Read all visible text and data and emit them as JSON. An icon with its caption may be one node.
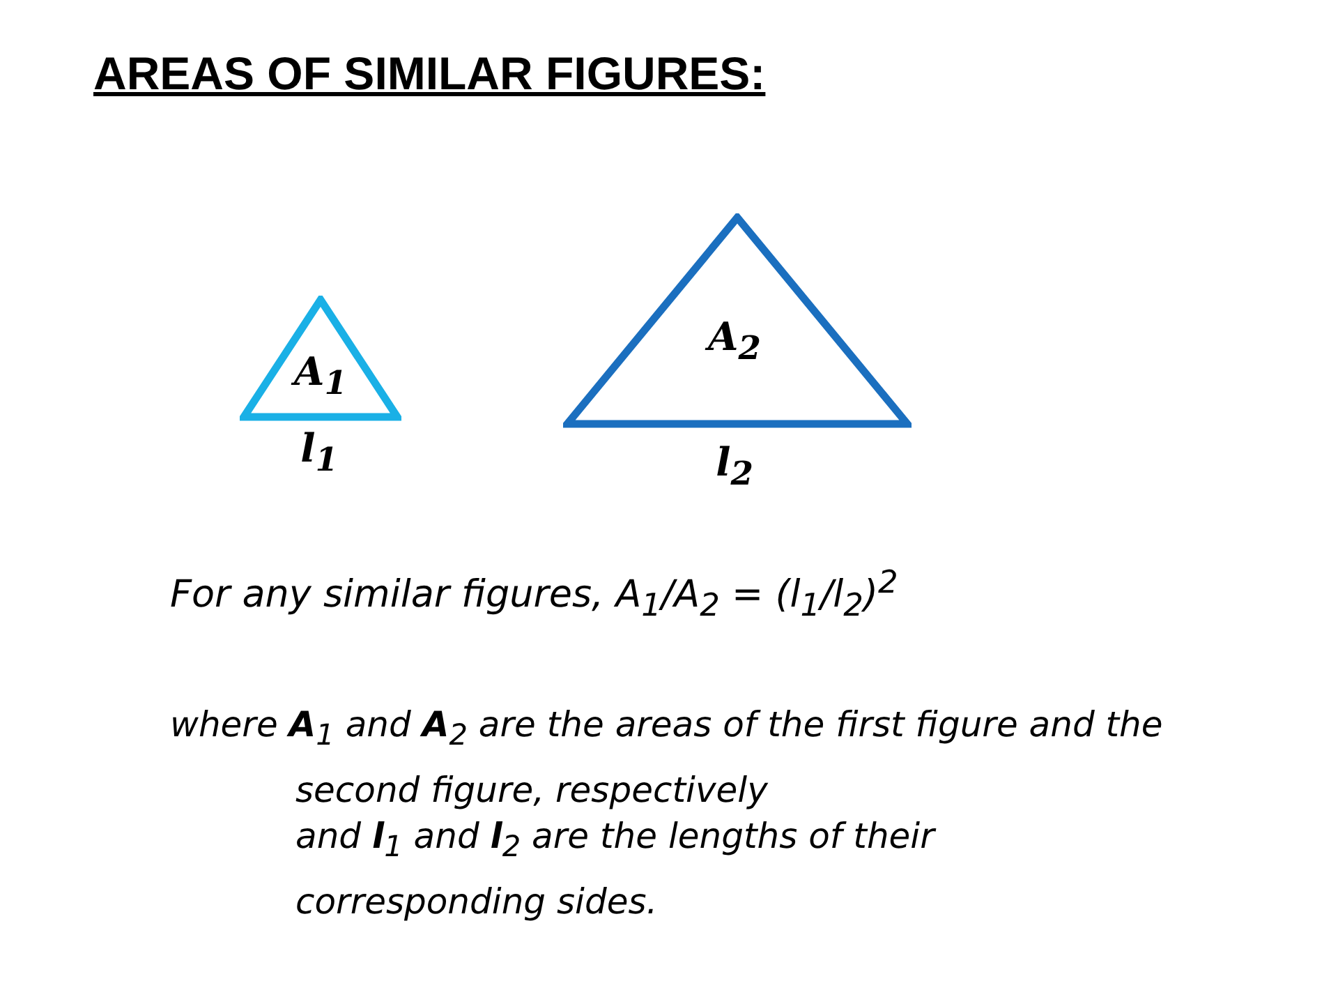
{
  "diagram": {
    "title": "AREAS OF SIMILAR FIGURES:",
    "nodes": [
      {
        "text": [
          "A$_{1}$"
        ],
        "beside": [
          "l$_{1}$"
        ]
      },
      {
        "text": [
          "A$_{2}$"
        ],
        "beside": [
          "l$_{2}$"
        ]
      }
    ],
    "edges": [],
    "labels": [
      "For any similar figures, A$_{1}$/A$_{2}$ = (l$_{1}$/l$_{2}$)$^{2}$",
      "where **A**$_{1}$ and **A**$_{2}$ are the areas of the first figure and the second figure, respectively",
      "and **l**$_{1}$ and **l**$_{2}$ are the lengths of their corresponding sides."
    ]
  }
}
